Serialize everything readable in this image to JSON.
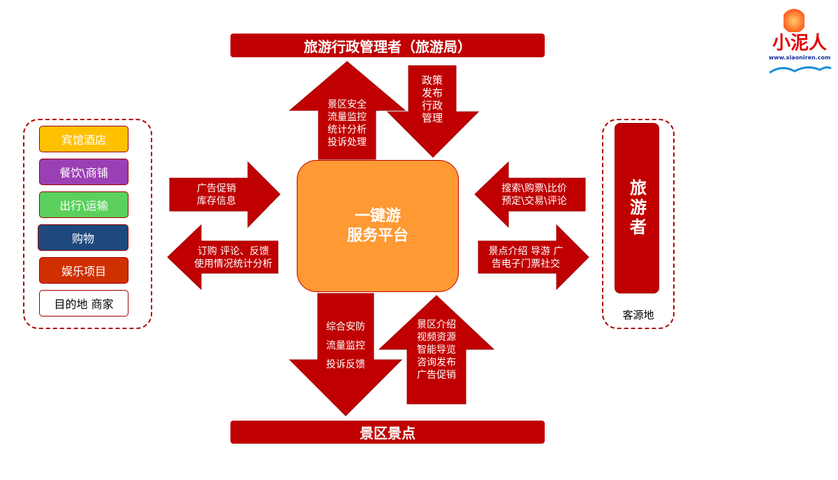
{
  "logo": {
    "text": "小泥人",
    "url": "www.xiaoniren.com"
  },
  "top_bar": "旅游行政管理者（旅游局）",
  "bottom_bar": "景区景点",
  "center": {
    "line1": "一键游",
    "line2": "服务平台"
  },
  "merchants": {
    "items": [
      {
        "label": "宾馆酒店",
        "color": "#ffc000",
        "text_color": "#ffffff"
      },
      {
        "label": "餐饮\\商铺",
        "color": "#9b3fb5",
        "text_color": "#ffffff"
      },
      {
        "label": "出行\\运输",
        "color": "#5cd05c",
        "text_color": "#ffffff"
      },
      {
        "label": "购物",
        "color": "#1f497d",
        "text_color": "#ffffff"
      },
      {
        "label": "娱乐项目",
        "color": "#d03000",
        "text_color": "#ffffff"
      },
      {
        "label": "目的地 商家",
        "color": "#ffffff",
        "text_color": "#000000"
      }
    ]
  },
  "tourist": {
    "label": "旅游者",
    "origin": "客源地"
  },
  "arrows": {
    "up_to_admin": [
      "景区安全",
      "流量监控",
      "统计分析",
      "投诉处理"
    ],
    "down_from_admin": [
      "政策",
      "发布",
      "行政",
      "管理"
    ],
    "merchant_to_platform": [
      "广告促销",
      "库存信息"
    ],
    "platform_to_merchant": [
      "订购 评论、反馈",
      "使用情况统计分析"
    ],
    "tourist_to_platform": [
      "搜索\\购票\\比价",
      "预定\\交易\\评论"
    ],
    "platform_to_tourist": [
      "景点介绍 导游 广",
      "告电子门票社交"
    ],
    "down_to_scenic": [
      "综合安防",
      "流量监控",
      "投诉反馈"
    ],
    "up_from_scenic": [
      "景区介绍",
      "视频资源",
      "智能导览",
      "咨询发布",
      "广告促销"
    ]
  },
  "colors": {
    "red": "#c00000",
    "orange": "#ff9933"
  }
}
